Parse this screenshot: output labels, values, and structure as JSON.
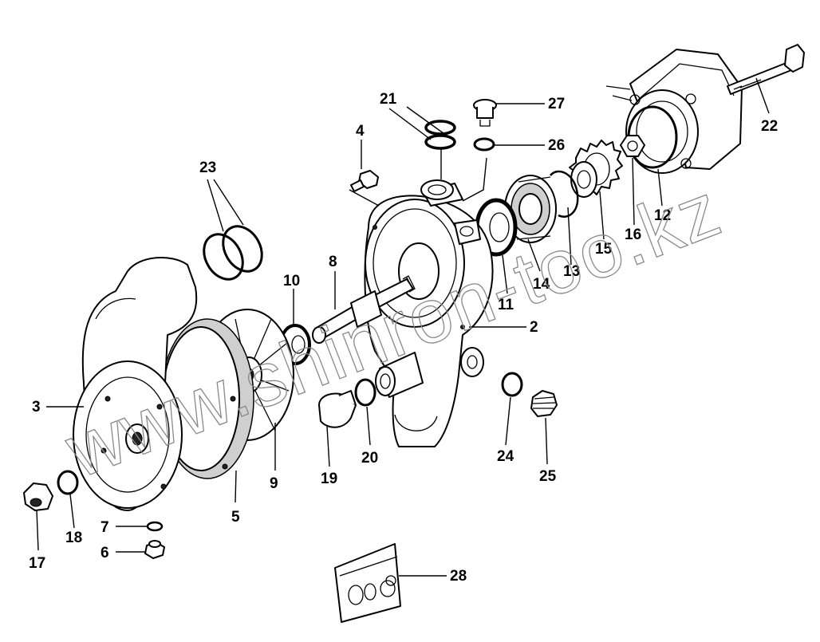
{
  "watermark": "www.shinron-too.kz",
  "callouts": [
    {
      "id": "c1",
      "label": "2"
    },
    {
      "id": "c2",
      "label": "3"
    },
    {
      "id": "c3",
      "label": "4"
    },
    {
      "id": "c4",
      "label": "5"
    },
    {
      "id": "c5",
      "label": "6"
    },
    {
      "id": "c6",
      "label": "7"
    },
    {
      "id": "c7",
      "label": "8"
    },
    {
      "id": "c8",
      "label": "9"
    },
    {
      "id": "c9",
      "label": "10"
    },
    {
      "id": "c10",
      "label": "11"
    },
    {
      "id": "c11",
      "label": "12"
    },
    {
      "id": "c12",
      "label": "13"
    },
    {
      "id": "c13",
      "label": "14"
    },
    {
      "id": "c14",
      "label": "15"
    },
    {
      "id": "c15",
      "label": "16"
    },
    {
      "id": "c16",
      "label": "17"
    },
    {
      "id": "c17",
      "label": "18"
    },
    {
      "id": "c18",
      "label": "19"
    },
    {
      "id": "c19",
      "label": "20"
    },
    {
      "id": "c20",
      "label": "21"
    },
    {
      "id": "c21",
      "label": "22"
    },
    {
      "id": "c22",
      "label": "23"
    },
    {
      "id": "c23",
      "label": "24"
    },
    {
      "id": "c24",
      "label": "25"
    },
    {
      "id": "c25",
      "label": "26"
    },
    {
      "id": "c26",
      "label": "27"
    },
    {
      "id": "c27",
      "label": "28"
    }
  ]
}
